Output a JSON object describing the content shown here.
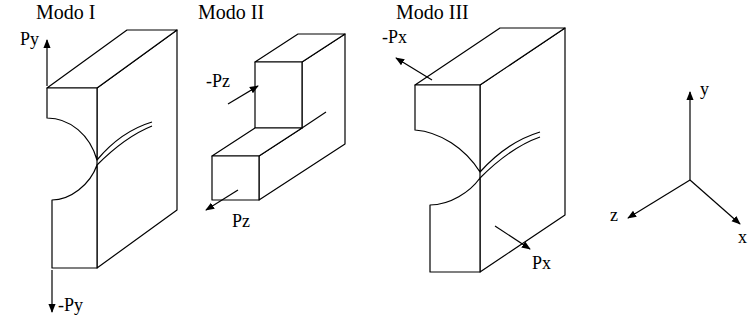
{
  "diagram": {
    "labels": [
      "Modo I",
      "Py",
      "-Py",
      "Modo II",
      "-Pz",
      "Pz",
      "Modo III",
      "-Px",
      "Px",
      "y",
      "z",
      "x"
    ]
  }
}
